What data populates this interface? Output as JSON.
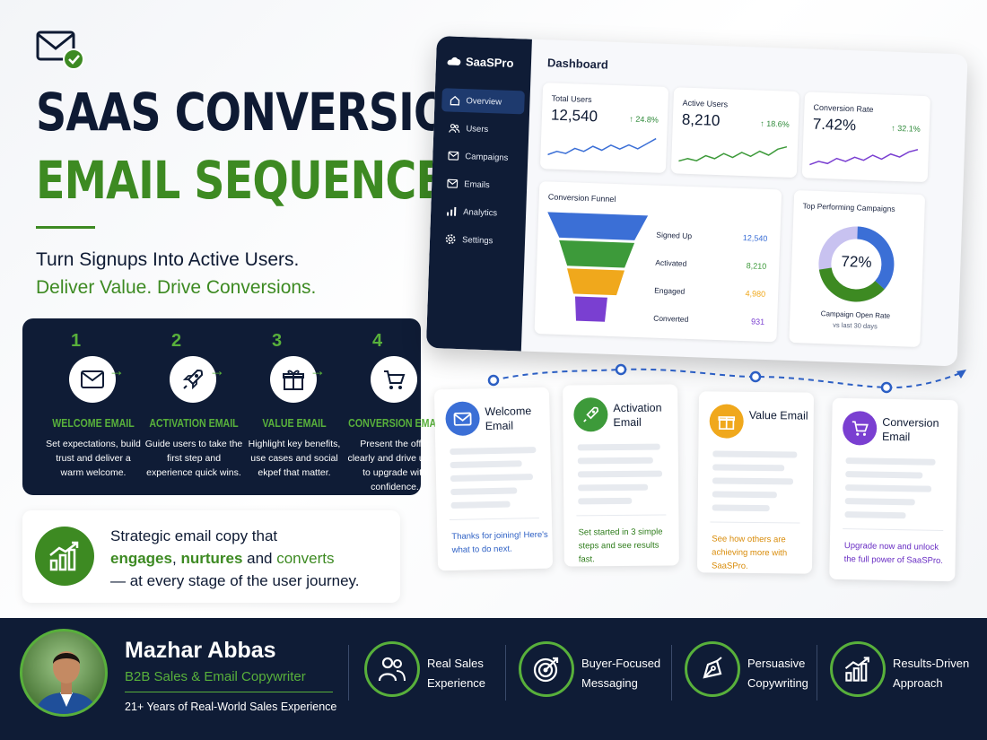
{
  "header": {
    "title_line1": "SAAS CONVERSION",
    "title_line2": "EMAIL SEQUENCE",
    "tagline_1": "Turn Signups Into Active Users.",
    "tagline_2": "Deliver Value. Drive Conversions."
  },
  "steps": [
    {
      "num": "1",
      "title": "WELCOME EMAIL",
      "desc": "Set expectations, build trust and deliver a warm welcome.",
      "icon": "envelope-icon"
    },
    {
      "num": "2",
      "title": "ACTIVATION EMAIL",
      "desc": "Guide users to take the first step and experience quick wins.",
      "icon": "rocket-icon"
    },
    {
      "num": "3",
      "title": "VALUE EMAIL",
      "desc": "Highlight key benefits, use cases and social ekpef that matter.",
      "icon": "gift-icon"
    },
    {
      "num": "4",
      "title": "CONVERSION EMAIL",
      "desc": "Present the offer clearly and drive users to upgrade with confidence.",
      "icon": "cart-icon"
    }
  ],
  "strategy": {
    "line1": "Strategic email copy that",
    "w_engages": "engages",
    "w_comma": ", ",
    "w_nurtures": "nurtures",
    "w_and": " and ",
    "w_converts": "converts",
    "line3": "— at every stage of the user journey."
  },
  "dashboard": {
    "brand": "SaaSPro",
    "title": "Dashboard",
    "nav": [
      {
        "label": "Overview",
        "icon": "home-icon",
        "active": true
      },
      {
        "label": "Users",
        "icon": "users-icon"
      },
      {
        "label": "Campaigns",
        "icon": "campaigns-icon"
      },
      {
        "label": "Emails",
        "icon": "mail-icon"
      },
      {
        "label": "Analytics",
        "icon": "analytics-icon"
      },
      {
        "label": "Settings",
        "icon": "gear-icon"
      }
    ],
    "kpis": [
      {
        "label": "Total Users",
        "value": "12,540",
        "delta": "↑ 24.8%",
        "color": "#3b6fd6"
      },
      {
        "label": "Active Users",
        "value": "8,210",
        "delta": "↑ 18.6%",
        "color": "#3d9a3a"
      },
      {
        "label": "Conversion Rate",
        "value": "7.42%",
        "delta": "↑ 32.1%",
        "color": "#7a3fd1"
      }
    ],
    "funnel": {
      "title": "Conversion Funnel",
      "stages": [
        {
          "label": "Signed Up",
          "value": "12,540",
          "color": "#3b6fd6"
        },
        {
          "label": "Activated",
          "value": "8,210",
          "color": "#3d9a3a"
        },
        {
          "label": "Engaged",
          "value": "4,980",
          "color": "#f0a81c"
        },
        {
          "label": "Converted",
          "value": "931",
          "color": "#7a3fd1"
        }
      ]
    },
    "top_campaigns": {
      "title": "Top Performing Campaigns",
      "percent": "72%",
      "percent_value": 72,
      "caption": "Campaign Open Rate",
      "subcaption": "vs last 30 days"
    }
  },
  "email_cards": [
    {
      "title": "Welcome Email",
      "text": "Thanks for joining! Here's what to do next.",
      "color": "#3b6fd6",
      "icon": "envelope-icon"
    },
    {
      "title": "Activation Email",
      "text": "Set started in 3 simple steps and see results fast.",
      "color": "#3d9a3a",
      "icon": "rocket-icon"
    },
    {
      "title": "Value Email",
      "text": "See how others are achieving more with SaaSPro.",
      "color": "#f0a81c",
      "icon": "gift-icon"
    },
    {
      "title": "Conversion Email",
      "text": "Upgrade now and unlock the full power of SaaSPro.",
      "color": "#7a3fd1",
      "icon": "cart-icon"
    }
  ],
  "footer": {
    "name": "Mazhar Abbas",
    "role": "B2B Sales & Email Copywriter",
    "experience": "21+ Years of Real-World Sales Experience",
    "badges": [
      {
        "line1": "Real Sales",
        "line2": "Experience",
        "icon": "handshake-icon"
      },
      {
        "line1": "Buyer-Focused",
        "line2": "Messaging",
        "icon": "target-icon"
      },
      {
        "line1": "Persuasive",
        "line2": "Copywriting",
        "icon": "pen-icon"
      },
      {
        "line1": "Results-Driven",
        "line2": "Approach",
        "icon": "growth-chart-icon"
      }
    ]
  },
  "colors": {
    "navy": "#0f1c36",
    "green": "#3d8a22",
    "bright_green": "#58b03b"
  }
}
